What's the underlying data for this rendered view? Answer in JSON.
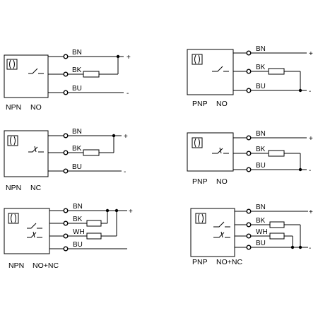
{
  "colors": {
    "line": "#000000",
    "background": "#ffffff"
  },
  "symbols": {
    "positive": "+",
    "negative": "-"
  },
  "panels": [
    {
      "id": "npn-no",
      "caption_type": "NPN",
      "caption_mode": "NO",
      "wires": [
        "BN",
        "BK",
        "BU"
      ],
      "switch": "no"
    },
    {
      "id": "pnp-no",
      "caption_type": "PNP",
      "caption_mode": "NO",
      "wires": [
        "BN",
        "BK",
        "BU"
      ],
      "switch": "no"
    },
    {
      "id": "npn-nc",
      "caption_type": "NPN",
      "caption_mode": "NC",
      "wires": [
        "BN",
        "BK",
        "BU"
      ],
      "switch": "nc"
    },
    {
      "id": "pnp-no-2",
      "caption_type": "PNP",
      "caption_mode": "NO",
      "wires": [
        "BN",
        "BK",
        "BU"
      ],
      "switch": "nc"
    },
    {
      "id": "npn-no-nc",
      "caption_type": "NPN",
      "caption_mode": "NO+NC",
      "wires": [
        "BN",
        "BK",
        "WH",
        "BU"
      ],
      "switch": "no+nc"
    },
    {
      "id": "pnp-no-nc",
      "caption_type": "PNP",
      "caption_mode": "NO+NC",
      "wires": [
        "BN",
        "BK",
        "WH",
        "BU"
      ],
      "switch": "no+nc"
    }
  ]
}
